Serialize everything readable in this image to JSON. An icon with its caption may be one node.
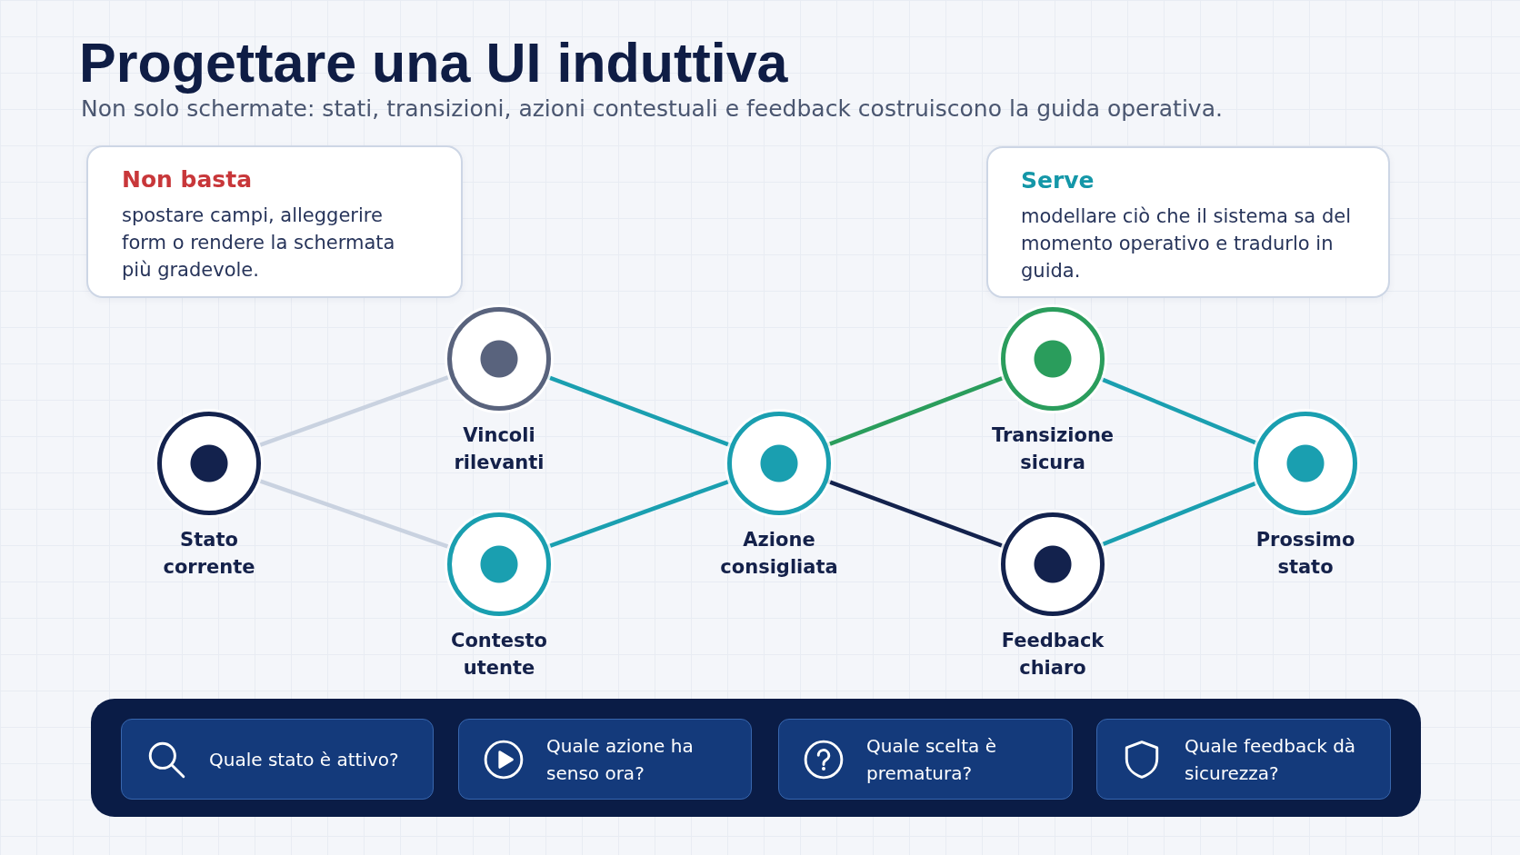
{
  "diagram": {
    "title": "Progettare una UI induttiva",
    "nodes": [
      {
        "text": [
          "Non basta",
          "spostare campi, alleggerire form o rendere la schermata più gradevole."
        ]
      },
      {
        "text": [
          "Serve",
          "modellare ciò che il sistema sa del momento operativo e tradurlo in guida."
        ]
      },
      {
        "text": [
          "Stato corrente"
        ]
      },
      {
        "text": [
          "Vincoli rilevanti"
        ]
      },
      {
        "text": [
          "Contesto utente"
        ]
      },
      {
        "text": [
          "Azione consigliata"
        ]
      },
      {
        "text": [
          "Transizione sicura"
        ]
      },
      {
        "text": [
          "Feedback chiaro"
        ]
      },
      {
        "text": [
          "Prossimo stato"
        ]
      },
      {
        "text": [],
        "shape": "box"
      },
      {
        "text": [
          "Quale stato è attivo?"
        ],
        "in": 9
      },
      {
        "text": [
          "Quale azione ha senso ora?"
        ],
        "in": 9
      },
      {
        "text": [
          "Quale scelta è prematura?"
        ],
        "in": 9
      },
      {
        "text": [
          "Quale feedback dà sicurezza?"
        ],
        "in": 9
      }
    ],
    "edges": [
      {
        "from": 2,
        "to": 3,
        "arrow": "none",
        "color": "#c9d2e0"
      },
      {
        "from": 2,
        "to": 4,
        "arrow": "none",
        "color": "#c9d2e0"
      },
      {
        "from": 3,
        "to": 5,
        "arrow": "none"
      },
      {
        "from": 4,
        "to": 5,
        "arrow": "none"
      },
      {
        "from": 5,
        "to": 6,
        "arrow": "none",
        "color": "#2a9d5c"
      },
      {
        "from": 5,
        "to": 7,
        "arrow": "none",
        "color": "#13224d"
      },
      {
        "from": 6,
        "to": 8,
        "arrow": "none"
      },
      {
        "from": 7,
        "to": 8,
        "arrow": "none"
      }
    ],
    "labels": [
      "Non solo schermate: stati, transizioni, azioni contestuali e feedback costruiscono la guida operativa."
    ]
  }
}
